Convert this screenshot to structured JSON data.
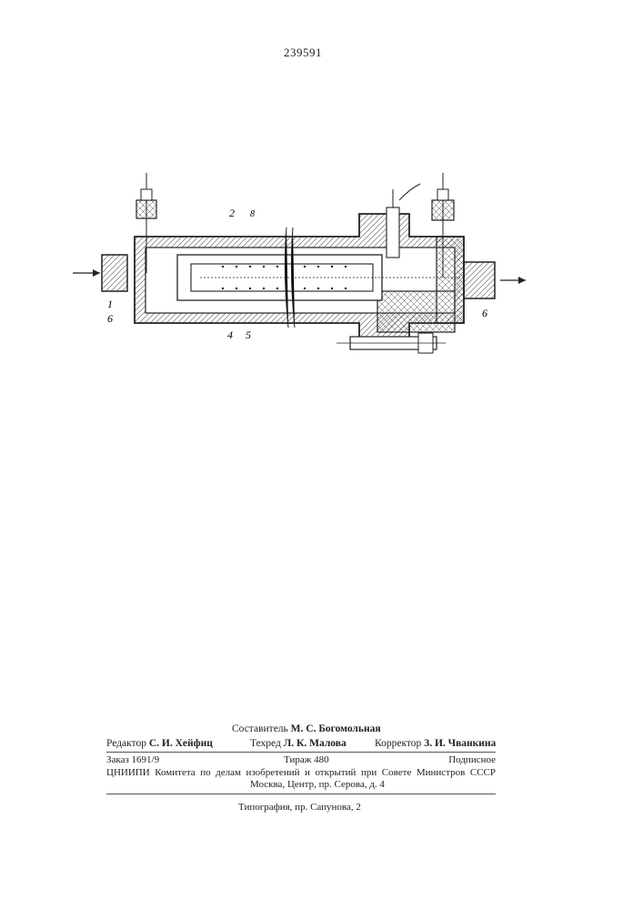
{
  "page_number": "239591",
  "drawing": {
    "labels": [
      "2",
      "8",
      "6",
      "1",
      "4",
      "5",
      "6"
    ]
  },
  "colophon": {
    "composer_label": "Составитель",
    "composer_name": "М. С. Богомольная",
    "editor_label": "Редактор",
    "editor_name": "С. И. Хейфиц",
    "techred_label": "Техред",
    "techred_name": "Л. К. Малова",
    "corrector_label": "Корректор",
    "corrector_name": "З. И. Чванкина",
    "order": "Заказ 1691/9",
    "circulation": "Тираж 480",
    "subscription": "Подписное",
    "organization": "ЦНИИПИ Комитета по делам изобретений и открытий при Совете Министров СССР",
    "address": "Москва, Центр, пр. Серова, д. 4",
    "typography": "Типография, пр. Сапунова, 2"
  }
}
